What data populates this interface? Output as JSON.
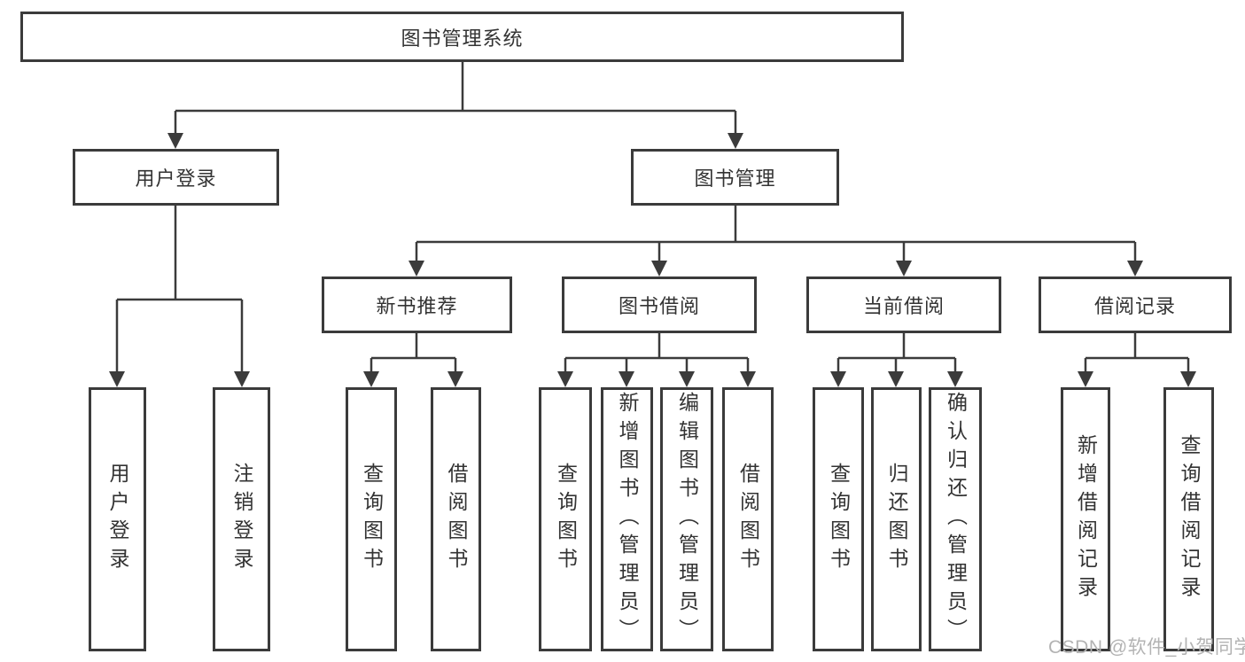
{
  "tree": {
    "root": {
      "label": "图书管理系统"
    },
    "login": {
      "label": "用户登录",
      "children": [
        {
          "label": "用户登录"
        },
        {
          "label": "注销登录"
        }
      ]
    },
    "manage": {
      "label": "图书管理",
      "groups": [
        {
          "label": "新书推荐",
          "children": [
            {
              "label": "查询图书"
            },
            {
              "label": "借阅图书"
            }
          ]
        },
        {
          "label": "图书借阅",
          "children": [
            {
              "label": "查询图书"
            },
            {
              "label": "新增图书（管理员）"
            },
            {
              "label": "编辑图书（管理员）"
            },
            {
              "label": "借阅图书"
            }
          ]
        },
        {
          "label": "当前借阅",
          "children": [
            {
              "label": "查询图书"
            },
            {
              "label": "归还图书"
            },
            {
              "label": "确认归还（管理员）"
            }
          ]
        },
        {
          "label": "借阅记录",
          "children": [
            {
              "label": "新增借阅记录"
            },
            {
              "label": "查询借阅记录"
            }
          ]
        }
      ]
    }
  },
  "watermark": "CSDN @软件_小贺同学",
  "colors": {
    "line": "#3b3b3b",
    "text": "#333333",
    "bg": "#ffffff",
    "watermark": "#b3b3b3"
  }
}
